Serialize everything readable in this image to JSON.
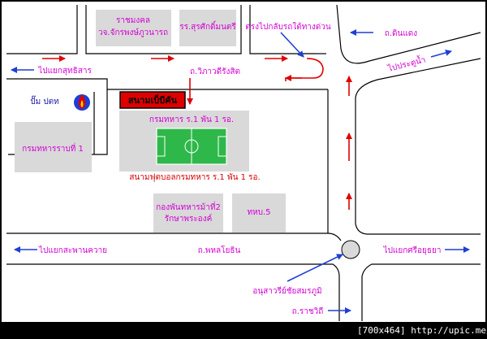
{
  "colors": {
    "road_fill": "#ffffff",
    "road_edge": "#000000",
    "block_fill": "#d9d9d9",
    "label_magenta": "#d400d4",
    "label_blue": "#1a1aa6",
    "label_red": "#d40000",
    "arrow_red": "#e00000",
    "arrow_blue": "#1e3fd6",
    "field_green": "#2eb84a",
    "sign_red": "#e00000"
  },
  "buildings": [
    {
      "id": "school-rajamangala",
      "line1": "ราชมงคล",
      "line2": "วจ.จักรพงษ์ภูวนารถ"
    },
    {
      "id": "school-suksak",
      "line1": "รร.สุรศักดิ์มนตรี"
    },
    {
      "id": "building-cavalry-1",
      "line1": "กรมทหารราบที่ 1"
    },
    {
      "id": "building-army-1",
      "line1": "กรมทหาร ร.1 พัน 1 รอ."
    },
    {
      "id": "building-guard-battalion",
      "line1": "กองพันทหารม้าที่2",
      "line2": "รักษาพระองค์"
    },
    {
      "id": "building-tor-bor",
      "line1": "ทหบ.5"
    }
  ],
  "landmarks": {
    "stadium_sign": "สนามเบ็บีคัน",
    "stadium_caption": "สนามฟุตบอลกรมทหาร ร.1 พัน 1 รอ.",
    "gas_station": "ปั๊ม ปตท",
    "gas_station_icon": "ptt-flame-icon",
    "monument": "อนุสาวรีย์ชัยสมรภูมิ"
  },
  "roads": {
    "vibhavadi": "ถ.วิภาวดีรังสิต",
    "phaholyothin": "ถ.พหลโยธิน",
    "din_daeng": "ถ.ดินแดง",
    "ratchawithi": "ถ.ราชวิถี"
  },
  "directions": {
    "to_sutthisan": "ไปแยกสุทธิสาร",
    "to_pratunam": "ไปประตูน้ำ",
    "to_saphan_khwai": "ไปแยกสะพานควาย",
    "to_si_ayutthaya": "ไปแยกศรีอยุธยา",
    "u_turn_under_expressway": "ตรงไปกลับรถใต้ทางด่วน"
  },
  "footer": {
    "size": "[700x464]",
    "site": "http://upic.me/"
  }
}
